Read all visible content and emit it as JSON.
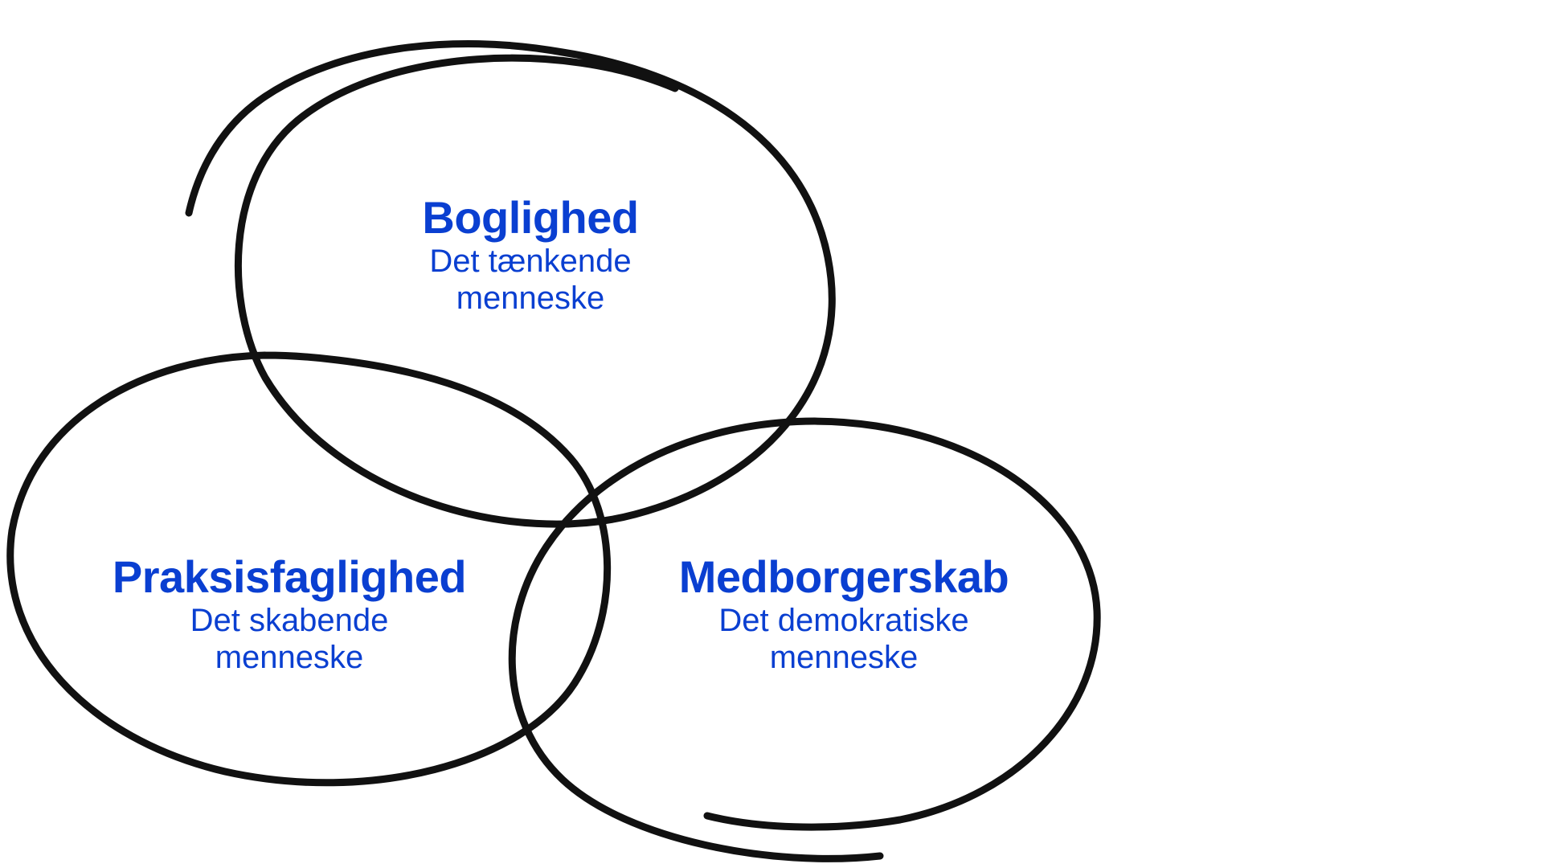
{
  "diagram": {
    "stroke_color": "#111111",
    "text_color": "#0a3fd1",
    "circles": [
      {
        "id": "top",
        "title": "Boglighed",
        "subtitle_line1": "Det tænkende",
        "subtitle_line2": "menneske"
      },
      {
        "id": "left",
        "title": "Praksisfaglighed",
        "subtitle_line1": "Det skabende",
        "subtitle_line2": "menneske"
      },
      {
        "id": "right",
        "title": "Medborgerskab",
        "subtitle_line1": "Det demokratiske",
        "subtitle_line2": "menneske"
      }
    ]
  }
}
